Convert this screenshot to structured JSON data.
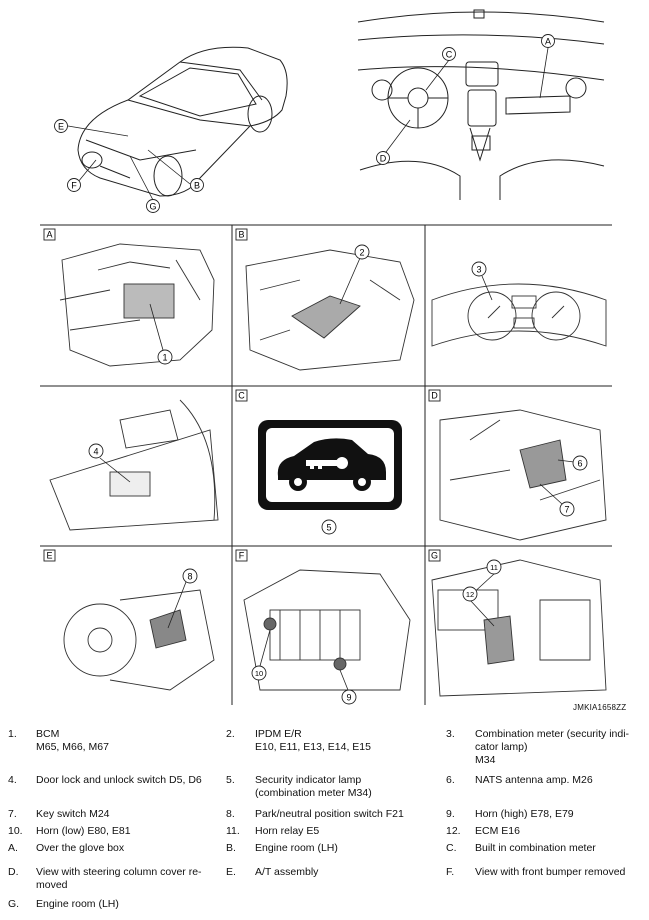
{
  "figure": {
    "overview_car_labels": [
      "E",
      "F",
      "G",
      "B"
    ],
    "dashboard_labels": [
      "C",
      "A",
      "D"
    ],
    "panels": [
      {
        "letter": "A",
        "callouts": [
          "1"
        ]
      },
      {
        "letter": "B",
        "callouts": [
          "2"
        ]
      },
      {
        "letter": "",
        "callouts": [
          "3"
        ]
      },
      {
        "letter": "",
        "callouts": [
          "4"
        ]
      },
      {
        "letter": "C",
        "callouts": [
          "5"
        ]
      },
      {
        "letter": "D",
        "callouts": [
          "6",
          "7"
        ]
      },
      {
        "letter": "E",
        "callouts": [
          "8"
        ]
      },
      {
        "letter": "F",
        "callouts": [
          "10",
          "9"
        ]
      },
      {
        "letter": "G",
        "callouts": [
          "11",
          "12"
        ]
      }
    ],
    "code": "JMKIA1658ZZ"
  },
  "legend": {
    "rows": [
      [
        {
          "n": "1.",
          "t": "BCM",
          "t2": "M65, M66, M67"
        },
        {
          "n": "2.",
          "t": "IPDM E/R",
          "t2": "E10, E11, E13, E14, E15"
        },
        {
          "n": "3.",
          "t": "Combination meter (security indi-",
          "t2": "cator lamp)",
          "t3": "M34"
        }
      ],
      [
        {
          "n": "4.",
          "t": "Door lock and unlock switch D5, D6"
        },
        {
          "n": "5.",
          "t": "Security indicator lamp",
          "t2": "(combination meter M34)"
        },
        {
          "n": "6.",
          "t": "NATS antenna amp. M26"
        }
      ],
      [
        {
          "n": "7.",
          "t": "Key switch M24"
        },
        {
          "n": "8.",
          "t": "Park/neutral position switch F21"
        },
        {
          "n": "9.",
          "t": "Horn (high) E78, E79"
        }
      ],
      [
        {
          "n": "10.",
          "t": "Horn (low) E80, E81"
        },
        {
          "n": "11.",
          "t": "Horn relay E5"
        },
        {
          "n": "12.",
          "t": "ECM E16"
        }
      ],
      [
        {
          "n": "A.",
          "t": "Over the glove box"
        },
        {
          "n": "B.",
          "t": "Engine room (LH)"
        },
        {
          "n": "C.",
          "t": "Built in combination meter"
        }
      ],
      [
        {
          "n": "D.",
          "t": "View with steering column cover re-",
          "t2": "moved"
        },
        {
          "n": "E.",
          "t": "A/T assembly"
        },
        {
          "n": "F.",
          "t": "View with front bumper removed"
        }
      ],
      [
        {
          "n": "G.",
          "t": "Engine room (LH)"
        }
      ]
    ]
  }
}
